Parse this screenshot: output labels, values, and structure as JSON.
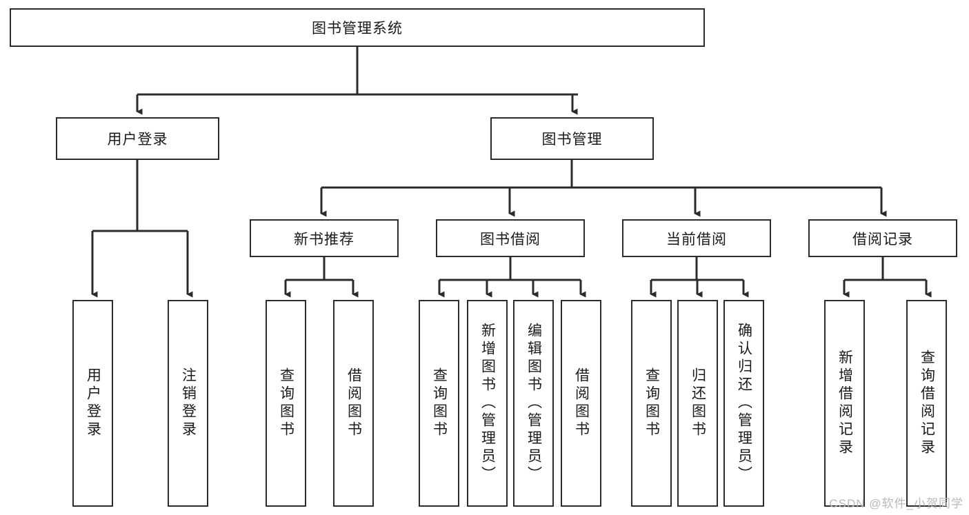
{
  "diagram": {
    "title": "图书管理系统",
    "type": "tree-hierarchy",
    "watermark": "CSDN @软件_小贺同学",
    "colors": {
      "box_border": "#2b2b2b",
      "box_fill": "#ffffff",
      "connector": "#2b2b2b",
      "text": "#1a1a1a",
      "watermark": "#b9b9b9"
    },
    "root": {
      "label": "图书管理系统"
    },
    "level2": [
      {
        "id": "user-login",
        "label": "用户登录"
      },
      {
        "id": "book-manage",
        "label": "图书管理"
      }
    ],
    "level3": [
      {
        "id": "new-book-recommend",
        "label": "新书推荐",
        "parent": "book-manage"
      },
      {
        "id": "book-borrow",
        "label": "图书借阅",
        "parent": "book-manage"
      },
      {
        "id": "current-borrow",
        "label": "当前借阅",
        "parent": "book-manage"
      },
      {
        "id": "borrow-record",
        "label": "借阅记录",
        "parent": "book-manage"
      }
    ],
    "leaves": {
      "user_login": [
        {
          "id": "leaf-user-login",
          "label": "用户登录"
        },
        {
          "id": "leaf-logout",
          "label": "注销登录"
        }
      ],
      "new_book_recommend": [
        {
          "id": "leaf-query-book-1",
          "label": "查询图书"
        },
        {
          "id": "leaf-borrow-book-1",
          "label": "借阅图书"
        }
      ],
      "book_borrow": [
        {
          "id": "leaf-query-book-2",
          "label": "查询图书"
        },
        {
          "id": "leaf-add-book",
          "label": "新增图书（管理员）"
        },
        {
          "id": "leaf-edit-book",
          "label": "编辑图书（管理员）"
        },
        {
          "id": "leaf-borrow-book-2",
          "label": "借阅图书"
        }
      ],
      "current_borrow": [
        {
          "id": "leaf-query-book-3",
          "label": "查询图书"
        },
        {
          "id": "leaf-return-book",
          "label": "归还图书"
        },
        {
          "id": "leaf-confirm-return",
          "label": "确认归还（管理员）"
        }
      ],
      "borrow_record": [
        {
          "id": "leaf-add-record",
          "label": "新增借阅记录"
        },
        {
          "id": "leaf-query-record",
          "label": "查询借阅记录"
        }
      ]
    }
  }
}
